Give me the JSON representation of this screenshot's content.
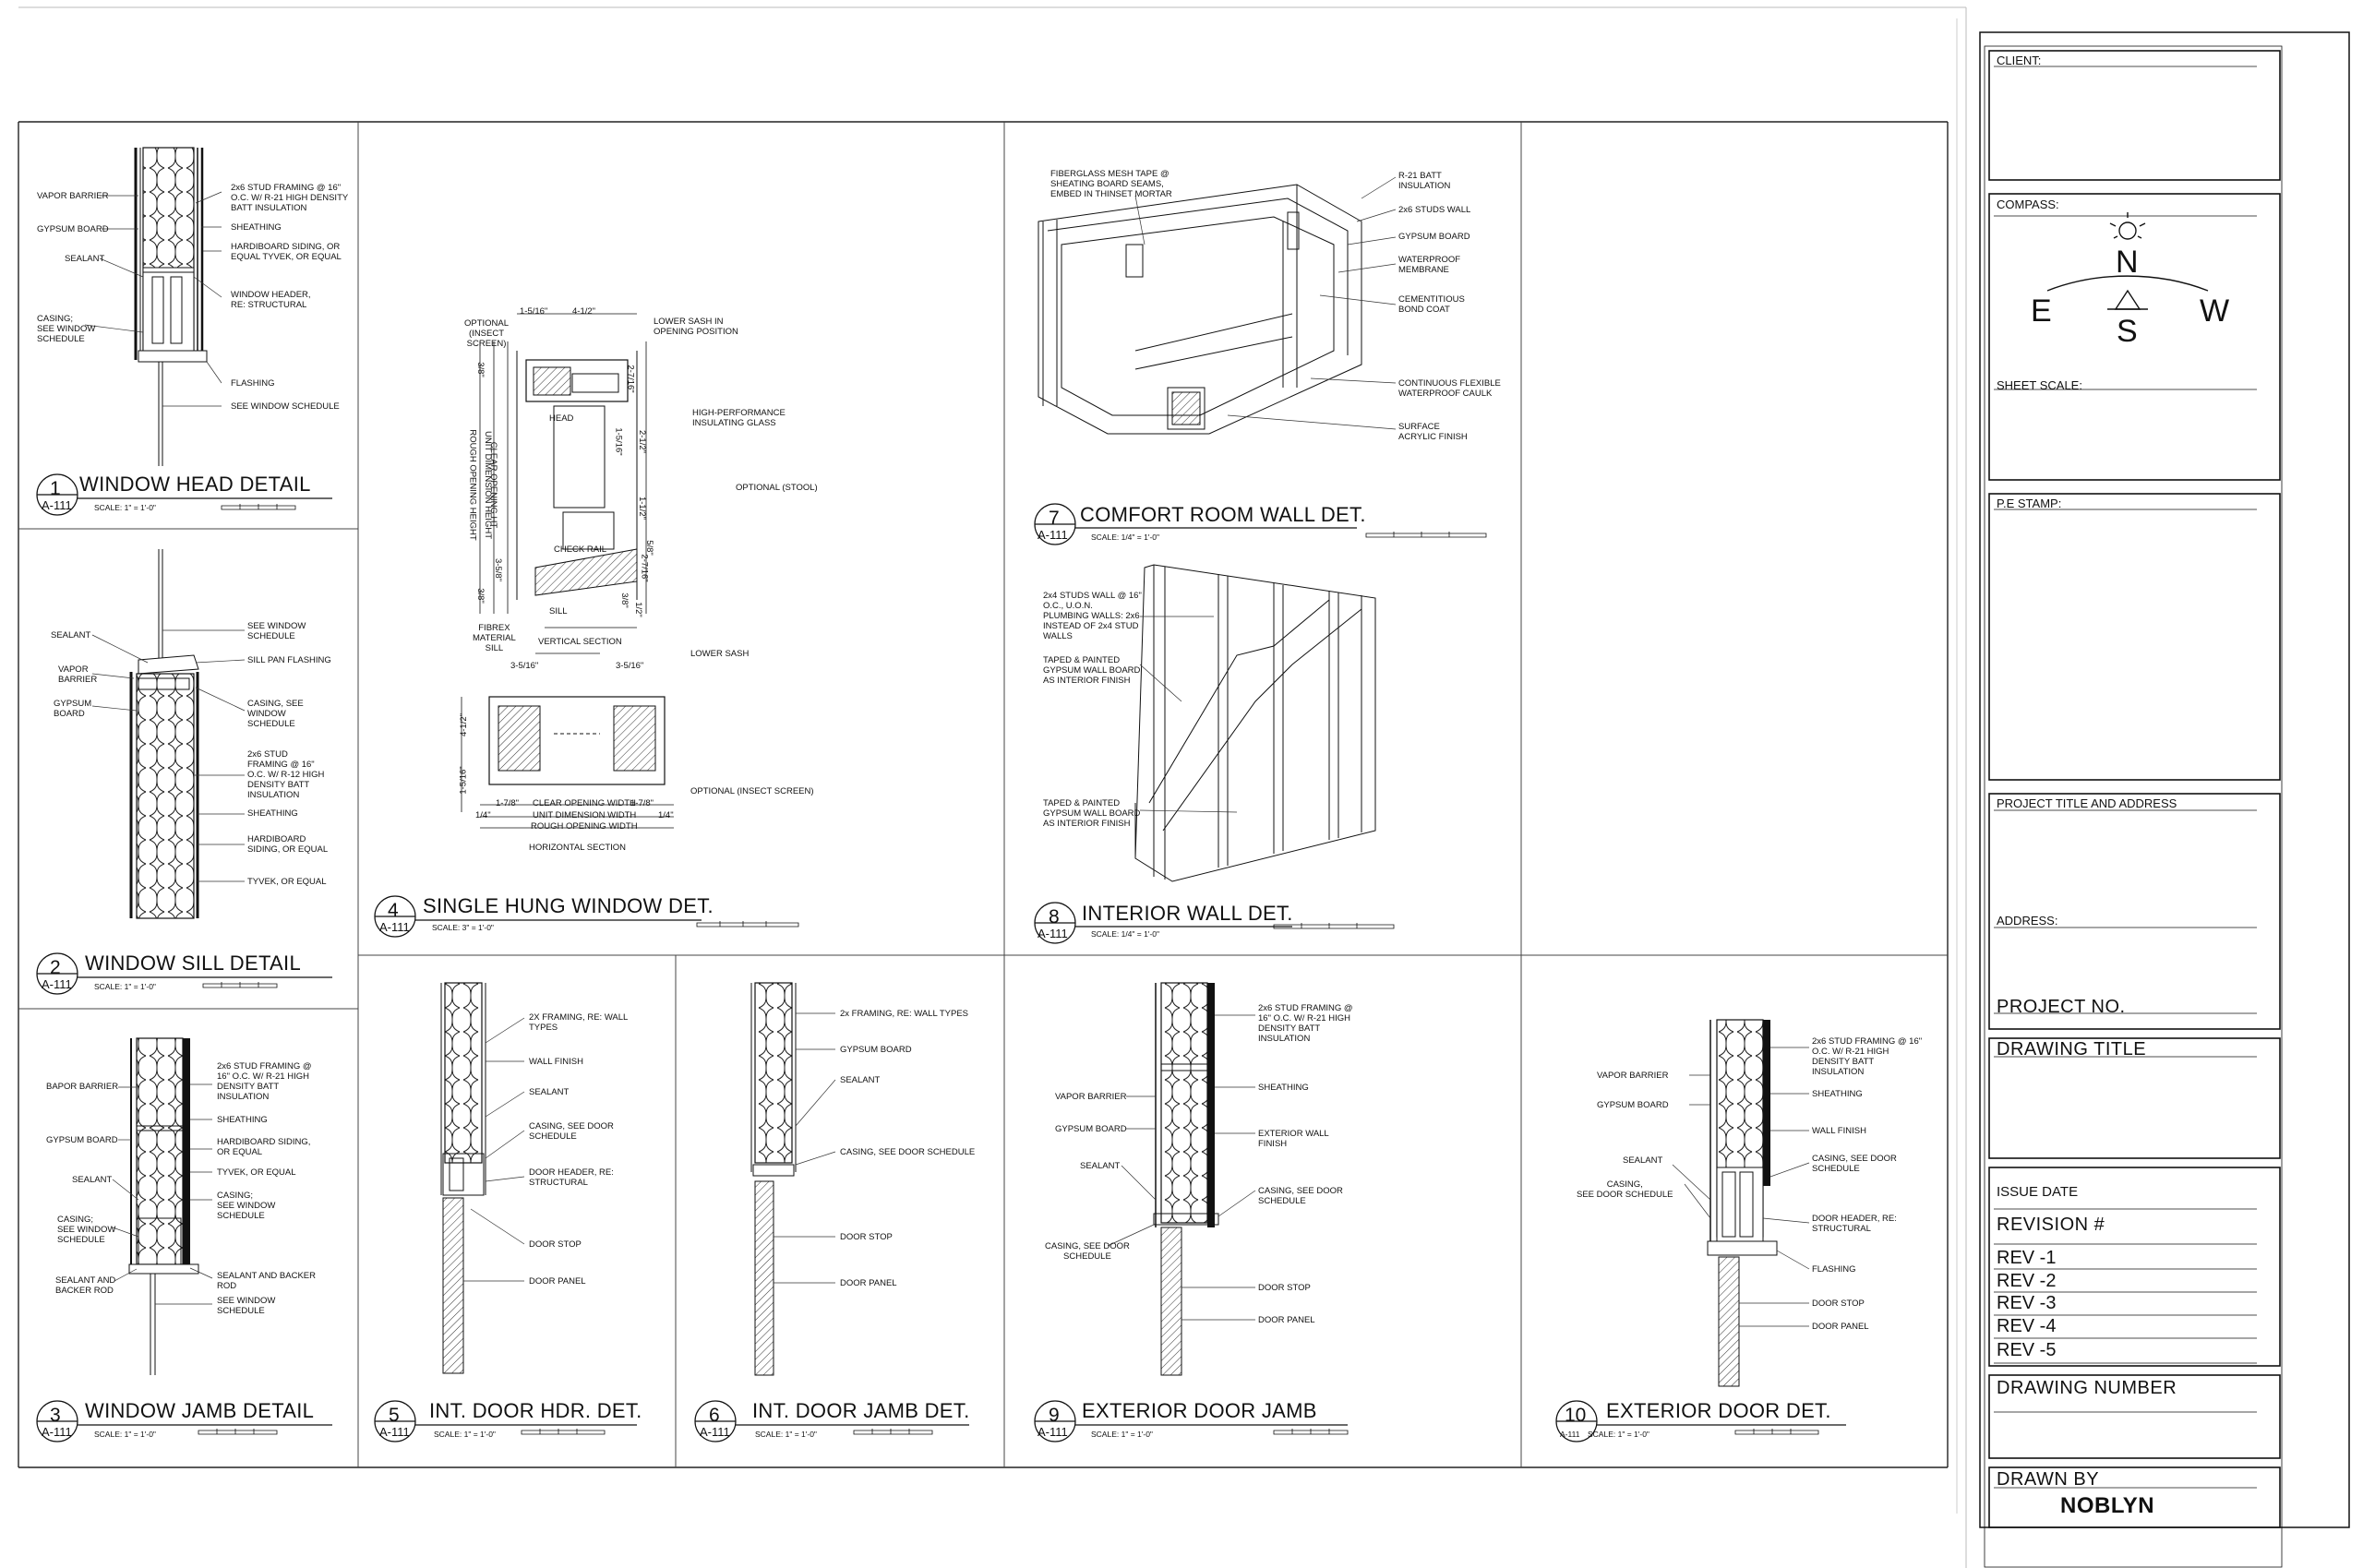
{
  "details": [
    {
      "num": "1",
      "title": "WINDOW HEAD DETAIL",
      "sheet": "A-111",
      "scale": "SCALE: 1\"     = 1'-0\""
    },
    {
      "num": "2",
      "title": "WINDOW SILL DETAIL",
      "sheet": "A-111",
      "scale": "SCALE: 1\"     = 1'-0\""
    },
    {
      "num": "3",
      "title": "WINDOW JAMB DETAIL",
      "sheet": "A-111",
      "scale": "SCALE: 1\"     = 1'-0\""
    },
    {
      "num": "4",
      "title": "SINGLE HUNG WINDOW DET.",
      "sheet": "A-111",
      "scale": "SCALE: 3\"     = 1'-0\""
    },
    {
      "num": "5",
      "title": "INT. DOOR HDR. DET.",
      "sheet": "A-111",
      "scale": "SCALE: 1\"     = 1'-0\""
    },
    {
      "num": "6",
      "title": "INT. DOOR JAMB DET.",
      "sheet": "A-111",
      "scale": "SCALE: 1\"     = 1'-0\""
    },
    {
      "num": "7",
      "title": "COMFORT ROOM WALL DET.",
      "sheet": "A-111",
      "scale": "SCALE: 1/4\" = 1'-0\""
    },
    {
      "num": "8",
      "title": "INTERIOR WALL DET.",
      "sheet": "A-111",
      "scale": "SCALE: 1/4\" = 1'-0\""
    },
    {
      "num": "9",
      "title": "EXTERIOR DOOR JAMB",
      "sheet": "A-111",
      "scale": "SCALE: 1\"     = 1'-0\""
    },
    {
      "num": "10",
      "title": "EXTERIOR DOOR DET.",
      "sheet": "A-111",
      "scale": "SCALE: 1\"     = 1'-0\""
    }
  ],
  "notes": {
    "d1": [
      "VAPOR BARRIER",
      "GYPSUM BOARD",
      "SEALANT",
      "CASING;\nSEE WINDOW\nSCHEDULE",
      "2x6 STUD FRAMING @ 16\"\nO.C. W/ R-21 HIGH DENSITY\nBATT INSULATION",
      "SHEATHING",
      "HARDIBOARD SIDING, OR\nEQUAL TYVEK, OR EQUAL",
      "WINDOW HEADER,\nRE: STRUCTURAL",
      "FLASHING",
      "SEE WINDOW SCHEDULE"
    ],
    "d2": [
      "SEALANT",
      "VAPOR\nBARRIER",
      "GYPSUM\nBOARD",
      "SEE WINDOW\nSCHEDULE",
      "SILL PAN FLASHING",
      "CASING, SEE\nWINDOW\nSCHEDULE",
      "2x6 STUD\nFRAMING @ 16\"\nO.C. W/ R-12 HIGH\nDENSITY BATT\nINSULATION",
      "SHEATHING",
      "HARDIBOARD\nSIDING, OR EQUAL",
      "TYVEK, OR EQUAL"
    ],
    "d3": [
      "BAPOR BARRIER",
      "GYPSUM BOARD",
      "SEALANT",
      "CASING;\nSEE WINDOW\nSCHEDULE",
      "SEALANT AND\nBACKER ROD",
      "2x6 STUD FRAMING @\n16\" O.C. W/ R-21 HIGH\nDENSITY BATT\nINSULATION",
      "SHEATHING",
      "HARDIBOARD SIDING,\nOR EQUAL",
      "TYVEK, OR EQUAL",
      "CASING;\nSEE WINDOW\nSCHEDULE",
      "SEALANT AND BACKER\nROD",
      "SEE WINDOW\nSCHEDULE"
    ],
    "d4": [
      "OPTIONAL\n(INSECT\nSCREEN)",
      "1-5/16\"",
      "4-1/2\"",
      "LOWER SASH IN\nOPENING POSITION",
      "HEAD",
      "HIGH-PERFORMANCE\nINSULATING GLASS",
      "OPTIONAL (STOOL)",
      "CHECK RAIL",
      "SILL",
      "FIBREX\nMATERIAL\nSILL",
      "VERTICAL SECTION",
      "LOWER SASH",
      "3-5/16\"",
      "3-5/16\"",
      "OPTIONAL (INSECT SCREEN)",
      "1-7/8\"",
      "CLEAR OPENING WIDTH",
      "1-7/8\"",
      "1/4\"",
      "UNIT DIMENSION WIDTH",
      "1/4\"",
      "ROUGH OPENING WIDTH",
      "HORIZONTAL SECTION",
      "4-1/2\"",
      "1-5/16\"",
      "CLEAR OPENING HT",
      "UNIT DIMENSION HEIGHT",
      "ROUGH OPENING HEIGHT",
      "2-7/16\"",
      "1-5/16\"",
      "2-1/2\"",
      "1-1/2\"",
      "2-7/16\"",
      "3/8\"",
      "3/8\"",
      "3-5/8\"",
      "3/8\"",
      "1/2\"",
      "5/8\""
    ],
    "d5": [
      "2X FRAMING, RE: WALL\nTYPES",
      "WALL FINISH",
      "SEALANT",
      "CASING, SEE DOOR\nSCHEDULE",
      "DOOR HEADER, RE:\nSTRUCTURAL",
      "DOOR STOP",
      "DOOR PANEL"
    ],
    "d6": [
      "2x FRAMING, RE: WALL TYPES",
      "GYPSUM BOARD",
      "SEALANT",
      "CASING, SEE DOOR SCHEDULE",
      "DOOR STOP",
      "DOOR PANEL"
    ],
    "d7": [
      "FIBERGLASS MESH TAPE @\nSHEATING BOARD SEAMS,\nEMBED IN THINSET MORTAR",
      "R-21 BATT\nINSULATION",
      "2x6 STUDS WALL",
      "GYPSUM BOARD",
      "WATERPROOF\nMEMBRANE",
      "CEMENTITIOUS\nBOND COAT",
      "CONTINUOUS FLEXIBLE\nWATERPROOF CAULK",
      "SURFACE\nACRYLIC FINISH"
    ],
    "d8": [
      "2x4 STUDS WALL @ 16\"\nO.C., U.O.N.\nPLUMBING WALLS: 2x6\nINSTEAD OF 2x4 STUD\nWALLS",
      "TAPED & PAINTED\nGYPSUM WALL BOARD\nAS INTERIOR FINISH",
      "TAPED & PAINTED\nGYPSUM WALL BOARD\nAS INTERIOR FINISH"
    ],
    "d9": [
      "VAPOR BARRIER",
      "GYPSUM BOARD",
      "SEALANT",
      "CASING, SEE DOOR\nSCHEDULE",
      "2x6 STUD FRAMING @\n16\" O.C. W/ R-21 HIGH\nDENSITY BATT\nINSULATION",
      "SHEATHING",
      "EXTERIOR WALL\nFINISH",
      "CASING, SEE DOOR\nSCHEDULE",
      "DOOR STOP",
      "DOOR PANEL"
    ],
    "d10": [
      "VAPOR BARRIER",
      "GYPSUM BOARD",
      "SEALANT",
      "CASING,\nSEE DOOR SCHEDULE",
      "2x6 STUD FRAMING @ 16\"\nO.C. W/ R-21 HIGH\nDENSITY BATT\nINSULATION",
      "SHEATHING",
      "WALL FINISH",
      "CASING, SEE DOOR\nSCHEDULE",
      "DOOR HEADER, RE:\nSTRUCTURAL",
      "FLASHING",
      "DOOR STOP",
      "DOOR PANEL"
    ]
  },
  "title_block": {
    "client": "CLIENT:",
    "compass": "COMPASS:",
    "compass_letters": {
      "n": "N",
      "e": "E",
      "w": "W",
      "s": "S"
    },
    "sheet_scale": "SHEET SCALE:",
    "pe_stamp": "P.E STAMP:",
    "project_title": "PROJECT TITLE AND ADDRESS",
    "address": "ADDRESS:",
    "project_no": "PROJECT NO.",
    "drawing_title": "DRAWING TITLE",
    "issue_date": "ISSUE DATE",
    "revision": "REVISION #",
    "revs": [
      "REV -1",
      "REV -2",
      "REV -3",
      "REV -4",
      "REV -5"
    ],
    "drawing_number": "DRAWING NUMBER",
    "drawn_by": "DRAWN BY",
    "drawn_by_name": "NOBLYN"
  }
}
